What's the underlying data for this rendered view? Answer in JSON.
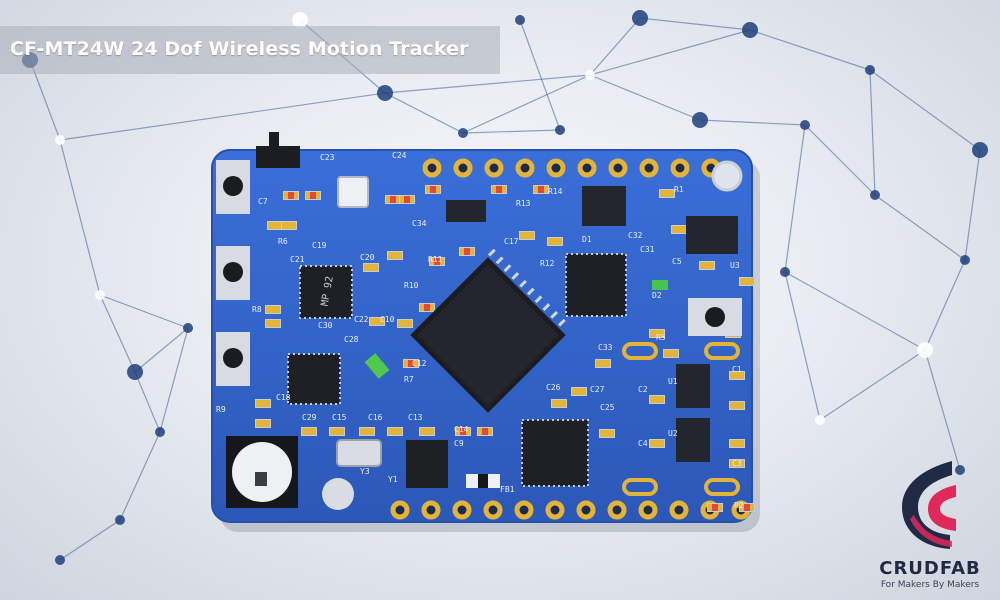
{
  "header": {
    "title": "CF-MT24W 24 Dof Wireless Motion Tracker"
  },
  "brand": {
    "name": "CRUDFAB",
    "tagline": "For Makers By Makers"
  },
  "board": {
    "labels": [
      "C23",
      "C24",
      "C7",
      "R6",
      "C19",
      "C21",
      "C20",
      "C30",
      "C22",
      "C28",
      "C10",
      "R10",
      "R11",
      "R13",
      "R14",
      "R12",
      "C32",
      "C31",
      "C5",
      "D1",
      "D2",
      "R1",
      "U3",
      "R5",
      "U1",
      "U2",
      "C2",
      "C4",
      "C3",
      "C1",
      "R2",
      "R8",
      "R9",
      "C18",
      "C29",
      "C15",
      "C16",
      "C13",
      "C14",
      "C9",
      "Y1",
      "Y3",
      "FB1",
      "C34",
      "C17",
      "C27",
      "C25",
      "C26",
      "C33",
      "R7",
      "C12"
    ],
    "chip_text": "MP 92"
  },
  "colors": {
    "pcb": "#2f5fc4",
    "pcb_edge": "#2550ad",
    "pad": "#e3b43a",
    "network_node": "#1d3f7a"
  }
}
